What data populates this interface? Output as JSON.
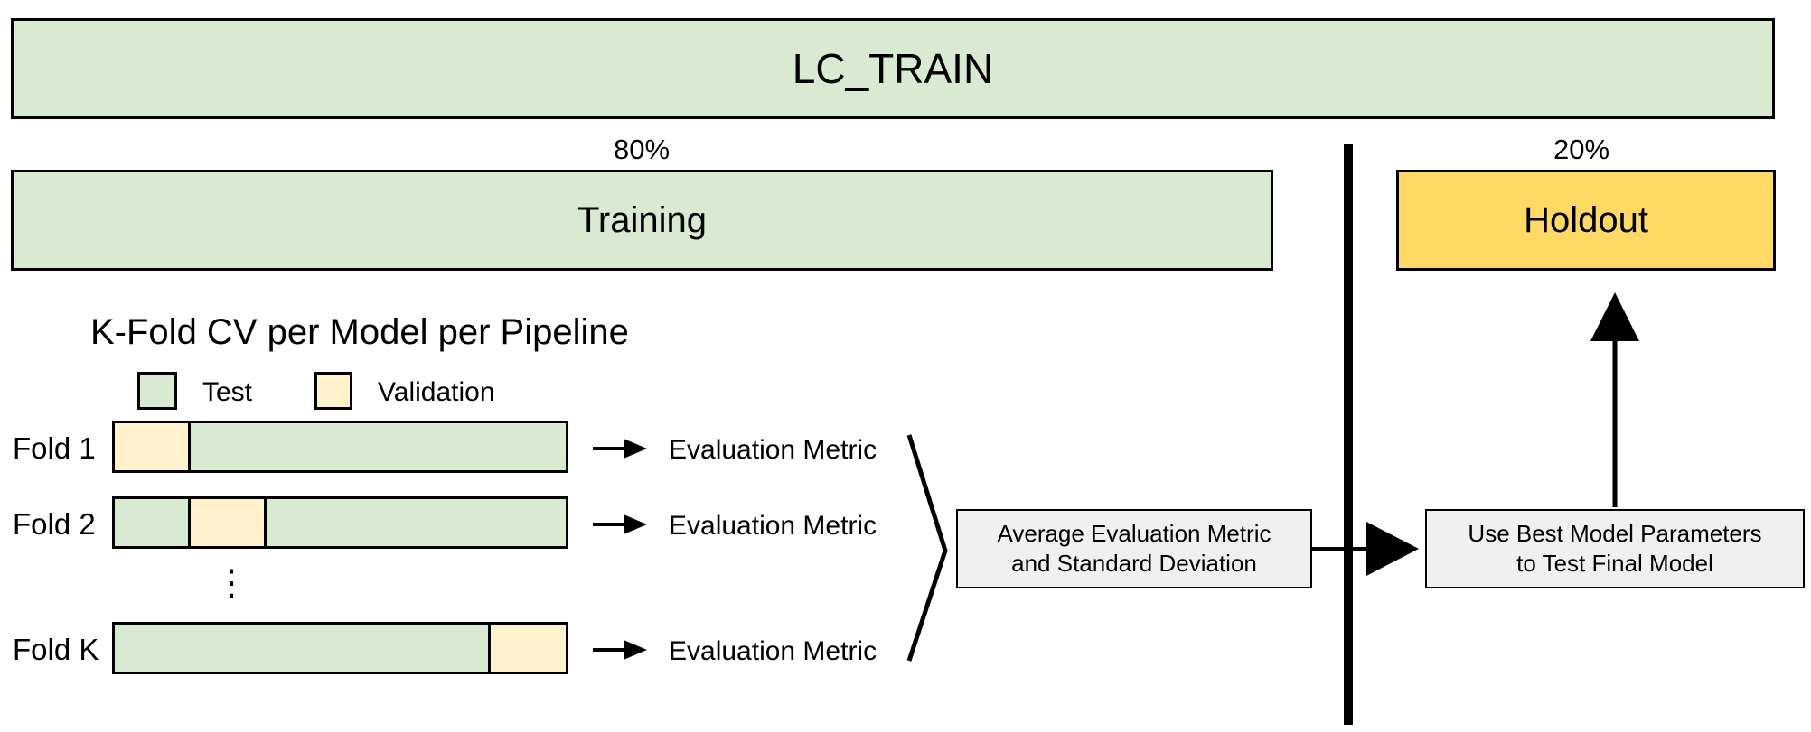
{
  "lc_train_label": "LC_TRAIN",
  "split": {
    "training_pct": "80%",
    "training_label": "Training",
    "holdout_pct": "20%",
    "holdout_label": "Holdout"
  },
  "kfold": {
    "title": "K-Fold CV per Model per Pipeline",
    "legend": [
      {
        "label": "Test",
        "color": "#d9ead3"
      },
      {
        "label": "Validation",
        "color": "#fff2cc"
      }
    ],
    "folds": [
      {
        "label": "Fold 1",
        "metric": "Evaluation Metric"
      },
      {
        "label": "Fold 2",
        "metric": "Evaluation Metric"
      },
      {
        "label": "Fold K",
        "metric": "Evaluation Metric"
      }
    ],
    "ellipsis": "⋮"
  },
  "average_box": {
    "line1": "Average Evaluation Metric",
    "line2": "and Standard Deviation"
  },
  "final_box": {
    "line1": "Use Best Model Parameters",
    "line2": "to Test Final Model"
  },
  "colors": {
    "green": "#d9ead3",
    "cream": "#fff2cc",
    "gold": "#ffd966",
    "gray": "#f0f0f0"
  }
}
